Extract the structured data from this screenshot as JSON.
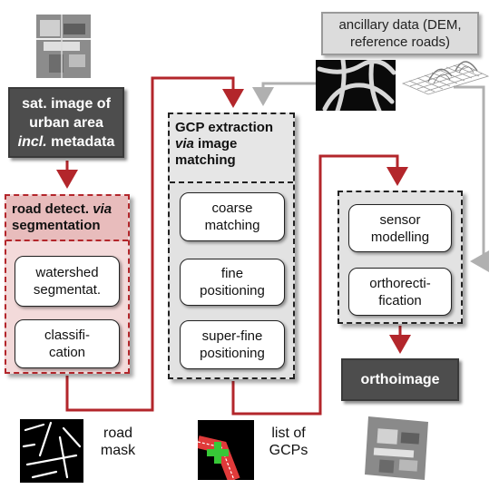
{
  "input": {
    "title": "sat. image of urban area",
    "meta_prefix": "incl.",
    "meta_suffix": " metadata"
  },
  "ancillary": {
    "line1": "ancillary data (DEM,",
    "line2": "reference roads)"
  },
  "road_group": {
    "title_prefix": "road detect. ",
    "title_via": "via",
    "title_suffix": "segmentation",
    "steps": [
      "watershed segmentat.",
      "classifi-cation"
    ]
  },
  "gcp_group": {
    "title_line1": "GCP extraction",
    "title_via": "via",
    "title_line2_suffix": " image",
    "title_line3": "matching",
    "steps": [
      "coarse matching",
      "fine positioning",
      "super-fine positioning"
    ]
  },
  "ortho_group": {
    "steps": [
      "sensor modelling",
      "orthorecti-fication"
    ]
  },
  "output": {
    "title": "orthoimage"
  },
  "outputs": {
    "road_mask_label": "road mask",
    "gcp_label": "list of GCPs"
  },
  "colors": {
    "flow_arrow": "#b3262b",
    "ancillary_arrow": "#b0b0b0",
    "dark_box": "#4d4d4d"
  }
}
